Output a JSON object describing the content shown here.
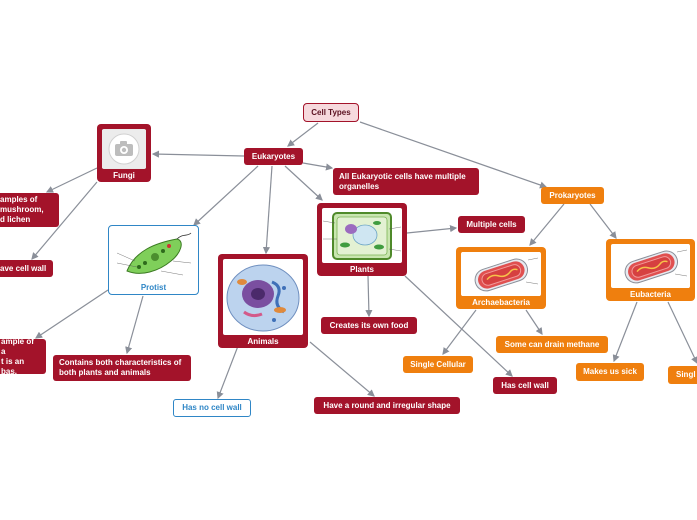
{
  "nodes": {
    "root": "Cell Types",
    "eukaryotes": "Eukaryotes",
    "prokaryotes": "Prokaryotes",
    "fungi": "Fungi",
    "protist": "Protist",
    "animals": "Animals",
    "plants": "Plants",
    "archaebacteria": "Archaebacteria",
    "eubacteria": "Eubacteria",
    "eukaryotic_organelles": "All Eukaryotic cells have multiple organelles",
    "fungi_examples": "amples of\n mushroom,\nd lichen",
    "fungi_wall": "ave cell wall",
    "protist_example": "ample of a\nt is an\nbas.",
    "protist_both": "Contains both characteristics of both plants and animals",
    "animals_no_wall": "Has no cell wall",
    "animals_shape": "Have a round and irregular shape",
    "plants_food": "Creates its own food",
    "plants_multiple": "Multiple cells",
    "plants_wall": "Has cell wall",
    "archae_methane": "Some can drain methane",
    "archae_single": "Single Cellular",
    "eubac_sick": "Makes us sick",
    "eubac_single": "Singl"
  },
  "colors": {
    "red": "#a3132a",
    "orange": "#ef7f0e",
    "blue": "#2f86c6",
    "root_fill": "#f6d9dd",
    "link": "#8a8f99"
  },
  "icons": {
    "fungi": "camera-placeholder-icon",
    "protist": "protist-cell-icon",
    "animals": "animal-cell-icon",
    "plants": "plant-cell-icon",
    "archaebacteria": "bacterium-icon",
    "eubacteria": "bacterium-icon"
  }
}
